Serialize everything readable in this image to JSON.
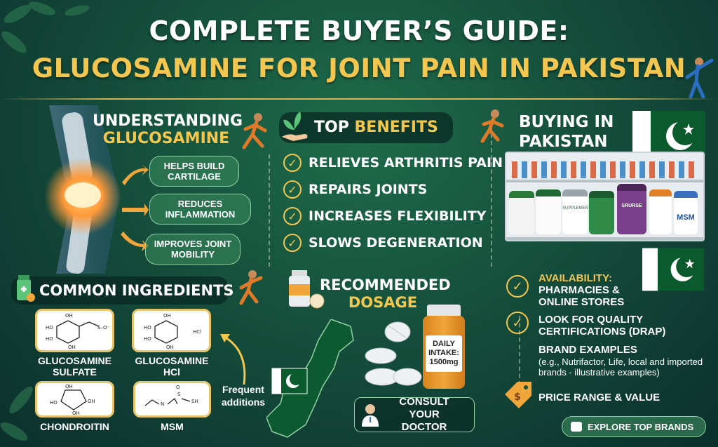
{
  "header": {
    "title_line1": "COMPLETE BUYER’S GUIDE:",
    "title_line2": "GLUCOSAMINE FOR JOINT PAIN IN PAKISTAN"
  },
  "understanding": {
    "title_white": "UNDERSTANDING",
    "title_gold": "GLUCOSAMINE",
    "points": [
      "HELPS BUILD CARTILAGE",
      "REDUCES INFLAMMATION",
      "IMPROVES JOINT MOBILITY"
    ]
  },
  "benefits": {
    "title_white": "TOP",
    "title_gold": "BENEFITS",
    "items": [
      "RELIEVES ARTHRITIS PAIN",
      "REPAIRS JOINTS",
      "INCREASES FLEXIBILITY",
      "SLOWS DEGENERATION"
    ]
  },
  "buying": {
    "title_line1": "BUYING IN",
    "title_line2": "PAKISTAN",
    "shelf_labels": [
      "SUPPLEMENT",
      "SRURSE",
      "MSM"
    ],
    "availability_label": "AVAILABILITY:",
    "availability_text": "PHARMACIES & ONLINE STORES",
    "quality": "LOOK FOR QUALITY CERTIFICATIONS (DRAP)",
    "brands_title": "BRAND EXAMPLES",
    "brands_note": "(e.g., Nutrifactor, Life, local and imported brands - illustrative examples)",
    "price": "PRICE RANGE & VALUE",
    "explore_button": "EXPLORE TOP BRANDS"
  },
  "ingredients": {
    "title": "COMMON INGREDIENTS",
    "molecules": [
      "GLUCOSAMINE SULFATE",
      "GLUCOSAMINE HCl",
      "CHONDROITIN",
      "MSM"
    ],
    "hcl_label": "HCl",
    "frequent": "Frequent additions"
  },
  "dosage": {
    "title_white": "RECOMMENDED",
    "title_gold": "DOSAGE",
    "daily_intake": "DAILY INTAKE: 1500mg",
    "consult": "CONSULT YOUR DOCTOR"
  },
  "icons": [
    "knee-joint-icon",
    "runner-icon",
    "plant-hand-icon",
    "check-icon",
    "flag-icon",
    "bottle-icon",
    "pills-icon",
    "doctor-icon",
    "price-tag-icon",
    "cart-icon"
  ],
  "colors": {
    "gold": "#f3c64f",
    "green_bg": "#154f3c",
    "pill_border": "#8fd0a4",
    "flag_green": "#0b5a2e"
  }
}
